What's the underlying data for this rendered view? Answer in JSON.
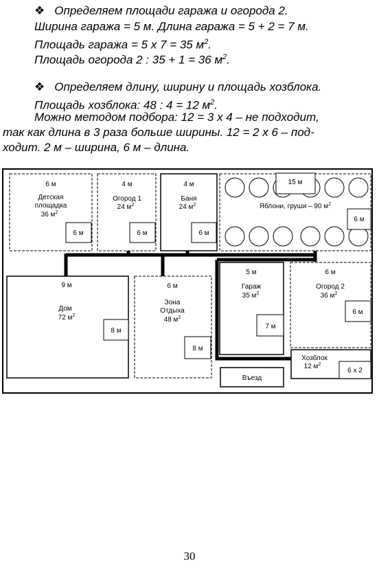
{
  "text": {
    "bullet": "❖",
    "s1_heading": "Определяем площади гаража и огорода 2.",
    "s1_l1": "Ширина гаража = 5 м. Длина гаража = 5 + 2 = 7 м.",
    "s1_l2": "Площадь гаража = 5 х 7 = 35 м",
    "s1_l3": "Площадь огорода 2 : 35 + 1 = 36 м",
    "s2_heading": "Определяем длину, ширину и площадь хозблока.",
    "s2_l1": "Площадь хозблока: 48 : 4 = 12 м",
    "s2_l2": "Можно методом подбора: 12 = 3 х 4 – не подходит,",
    "s2_l3": "так как длина в 3 раза больше ширины. 12 = 2 х 6 – под-",
    "s2_l4": "ходит. 2 м – ширина, 6 м – длина.",
    "sup2": "2",
    "dot": "."
  },
  "plan": {
    "kids": {
      "w": "6 м",
      "name1": "Детская",
      "name2": "площадка",
      "area": "36 м",
      "len": "6 м"
    },
    "garden1": {
      "w": "4 м",
      "name": "Огород 1",
      "area": "24 м",
      "len": "6 м"
    },
    "sauna": {
      "w": "4 м",
      "name": "Баня",
      "area": "24 м",
      "len": "6 м"
    },
    "orchard": {
      "w": "15 м",
      "name": "Яблони, груши – 90 м",
      "len": "6 м"
    },
    "house": {
      "w": "9 м",
      "name": "Дом",
      "area": "72 м",
      "len": "8 м"
    },
    "rest": {
      "w": "6 м",
      "name1": "Зона",
      "name2": "Отдыха",
      "area": "48 м",
      "len": "8 м"
    },
    "garage": {
      "w": "5 м",
      "name": "Гараж",
      "area": "35 м",
      "len": "7 м"
    },
    "garden2": {
      "w": "6 м",
      "name": "Огород 2",
      "area": "36 м",
      "len": "6 м"
    },
    "shed": {
      "name": "Хозблок",
      "area": "12 м",
      "size": "6 х 2"
    },
    "entry": "Въезд",
    "sup2": "2"
  },
  "page_number": "30"
}
